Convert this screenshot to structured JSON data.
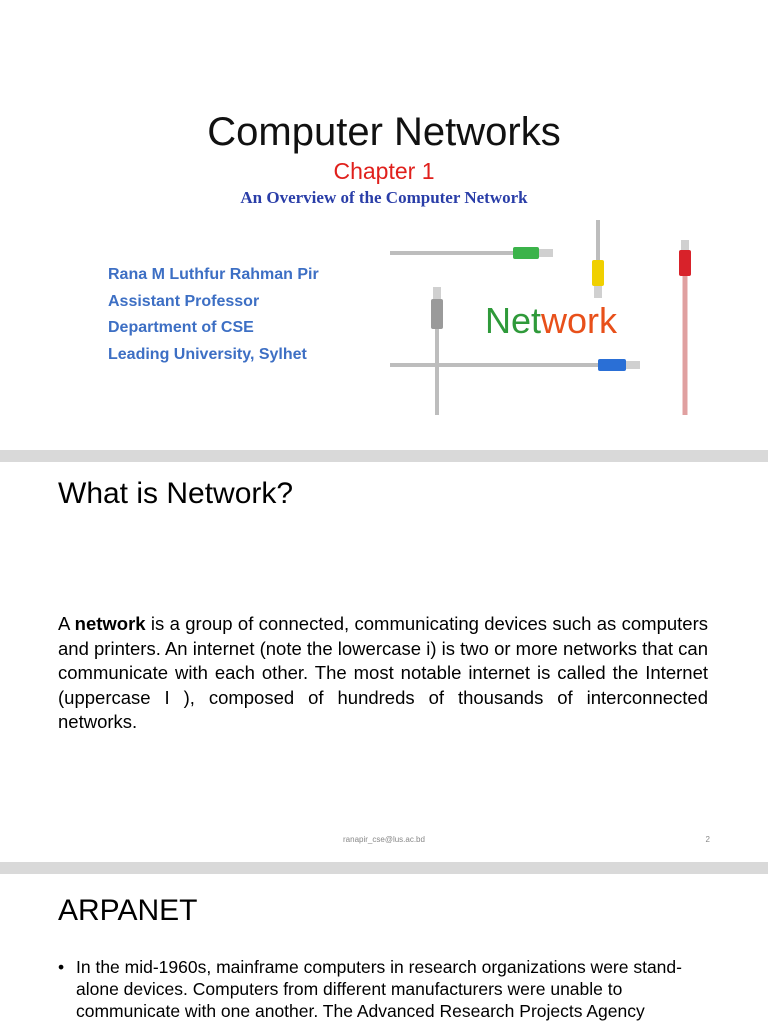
{
  "slide1": {
    "title": "Computer Networks",
    "chapter": "Chapter 1",
    "subtitle": "An Overview of the Computer Network",
    "author_lines": [
      "Rana M Luthfur Rahman Pir",
      "Assistant Professor",
      "Department of CSE",
      "Leading University, Sylhet"
    ],
    "image": {
      "word_part1": "Net",
      "word_part2": "work",
      "colors": {
        "net": "#2f9a3a",
        "work": "#e8501a",
        "cable_green": "#3bb34a",
        "cable_yellow": "#f0d000",
        "cable_red": "#d8222a",
        "cable_blue": "#2a6fd6",
        "cable_gray": "#9a9a9a"
      }
    }
  },
  "slide2": {
    "heading": "What is Network?",
    "para_prefix": "A ",
    "para_bold": "network",
    "para_rest": " is a group of connected, communicating devices such as computers and printers. An internet (note the lowercase i) is two or more networks that can communicate with each other. The most notable internet is called the Internet (uppercase I ), composed of hundreds of thousands of interconnected networks.",
    "footer": "ranapir_cse@lus.ac.bd",
    "page_number": "2"
  },
  "slide3": {
    "heading": "ARPANET",
    "bullet_marker": "•",
    "bullet": "In the mid-1960s, mainframe computers in research organizations were stand-alone devices. Computers from different manufacturers were unable to communicate with one another. The Advanced Research Projects Agency"
  }
}
